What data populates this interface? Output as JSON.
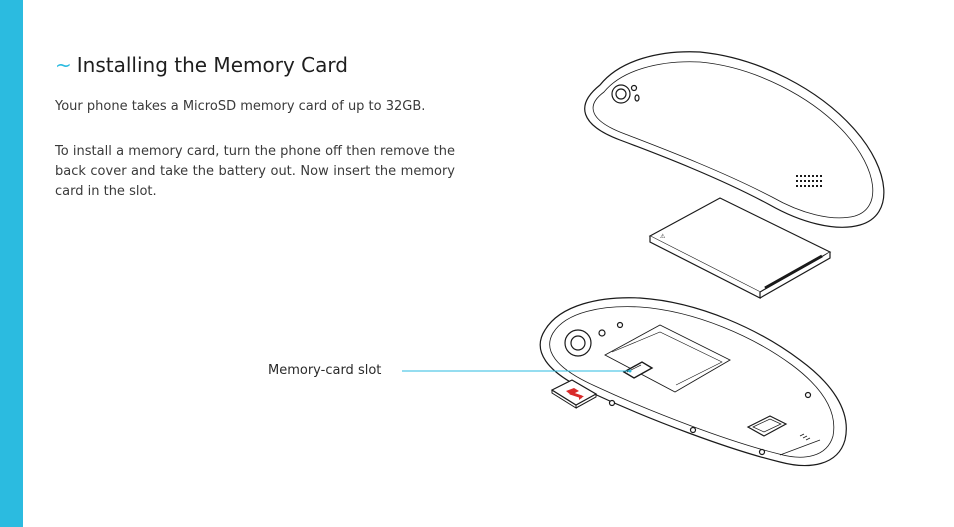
{
  "section": {
    "tilde": "~",
    "title": "Installing the Memory Card",
    "intro": "Your phone takes a MicroSD memory card of up to 32GB.",
    "instructions": "To install a memory card, turn the phone off then remove the back cover and take the battery out. Now insert the memory card in the slot."
  },
  "figure": {
    "callout_label": "Memory-card slot"
  },
  "colors": {
    "accent": "#2bbbe0",
    "line_art": "#1a1a1a",
    "card_arrow": "#d92b2b"
  },
  "icons": [
    "back-cover-illustration",
    "battery-illustration",
    "phone-body-illustration",
    "microsd-card-icon",
    "insert-arrow-icon"
  ]
}
